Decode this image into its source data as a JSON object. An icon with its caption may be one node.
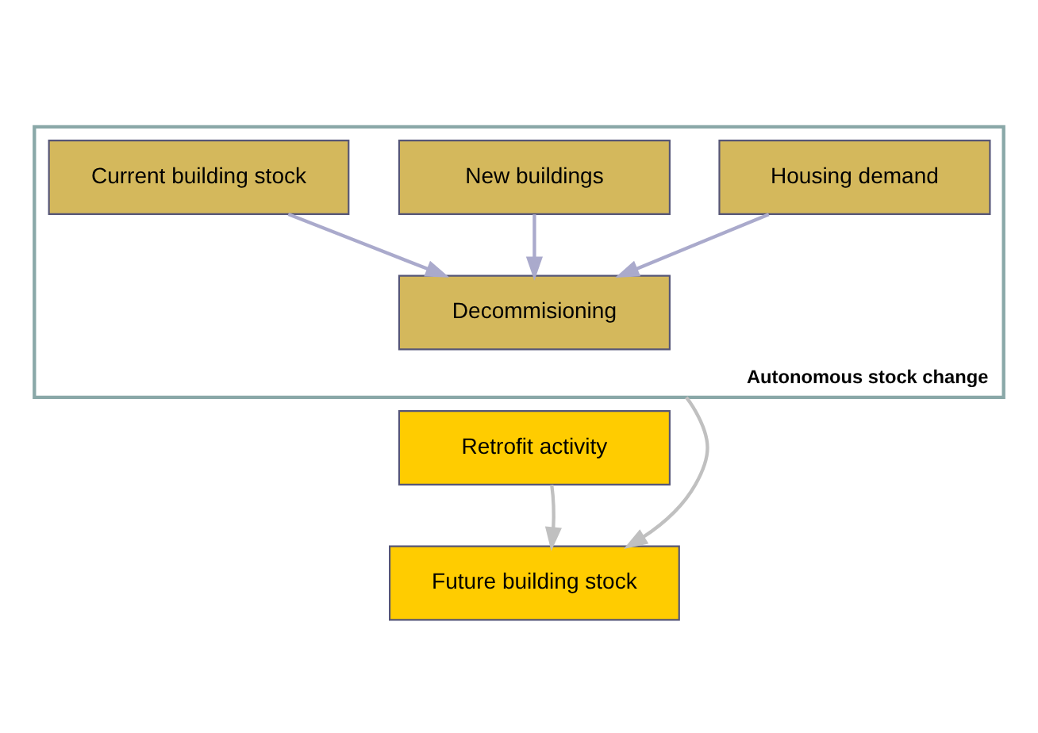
{
  "diagram": {
    "nodes": [
      {
        "text": [
          "Autonomous stock change"
        ]
      },
      {
        "text": [
          "Current building stock"
        ],
        "in": 0
      },
      {
        "text": [
          "New buildings"
        ],
        "in": 0
      },
      {
        "text": [
          "Housing demand"
        ],
        "in": 0
      },
      {
        "text": [
          "Decommisioning"
        ],
        "in": 0
      },
      {
        "text": [
          "Retrofit activity"
        ]
      },
      {
        "text": [
          "Future building stock"
        ]
      }
    ],
    "edges": [
      {
        "from": 1,
        "to": 4,
        "arrow": "to"
      },
      {
        "from": 2,
        "to": 4,
        "arrow": "to"
      },
      {
        "from": 3,
        "to": 4,
        "arrow": "to"
      },
      {
        "from": 0,
        "to": 6,
        "arrow": "to",
        "color": "#c0c0c0"
      },
      {
        "from": 5,
        "to": 6,
        "arrow": "to",
        "color": "#c0c0c0"
      }
    ]
  }
}
